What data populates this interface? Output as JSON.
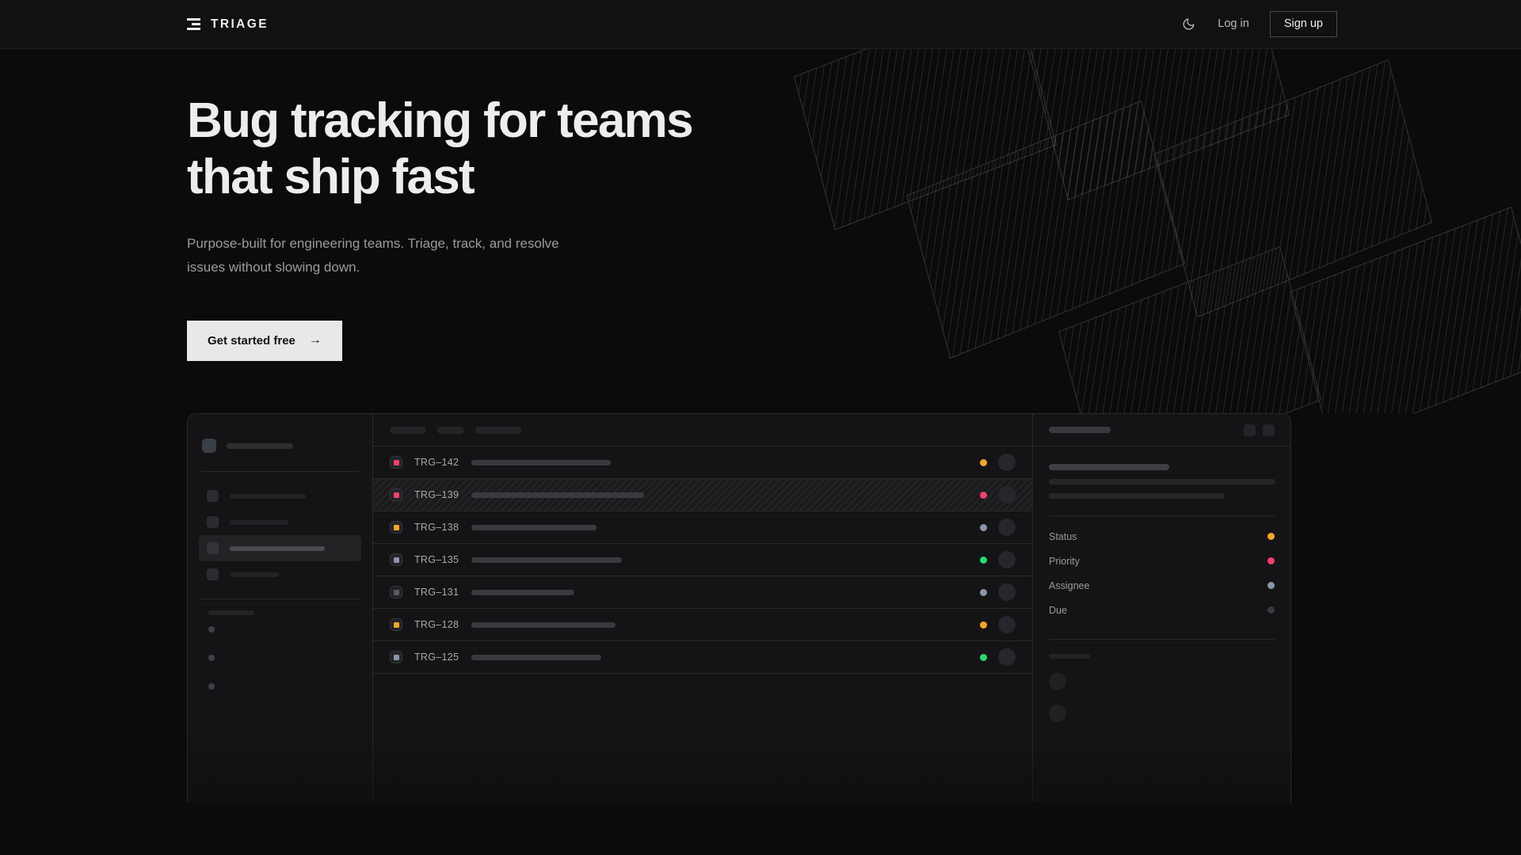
{
  "navbar": {
    "brand": "TRIAGE",
    "brand_icon": "stacked-bars-logo",
    "theme_icon": "moon-icon",
    "login_label": "Log in",
    "signup_label": "Sign up"
  },
  "hero": {
    "headline_line1": "Bug tracking for teams",
    "headline_line2": "that ship fast",
    "subhead": "Purpose-built for engineering teams. Triage, track, and resolve issues without slowing down.",
    "cta_label": "Get started free",
    "cta_arrow": "→"
  },
  "colors": {
    "page_bg": "#0b0b0c",
    "panel_bg": "#141416",
    "border": "#2a2a2d",
    "accent_light": "#e8e8e9",
    "status_orange": "#f5a623",
    "status_pink": "#f43f6e",
    "status_green": "#22dd6e",
    "status_slate": "#8b95a8",
    "status_muted": "#3a3a3e"
  },
  "app": {
    "sidebar": {
      "workspace_icon": "workspace-logo",
      "nav_items": [
        {
          "name": "nav-item-1",
          "width": 96,
          "active": false
        },
        {
          "name": "nav-item-2",
          "width": 74,
          "active": false
        },
        {
          "name": "nav-item-3",
          "width": 120,
          "active": true
        },
        {
          "name": "nav-item-4",
          "width": 62,
          "active": false
        }
      ],
      "section_label_width": 58,
      "project_count": 3
    },
    "toolbar_chips": [
      46,
      34,
      58
    ],
    "list": {
      "columns": [
        "priority",
        "id",
        "title",
        "status",
        "assignee"
      ],
      "rows": [
        {
          "id": "TRG–142",
          "priority_color": "#f43f6e",
          "title_width": 176,
          "status_color": "#f5a623",
          "selected": false
        },
        {
          "id": "TRG–139",
          "priority_color": "#f43f6e",
          "title_width": 218,
          "status_color": "#f43f6e",
          "selected": true
        },
        {
          "id": "TRG–138",
          "priority_color": "#f5a623",
          "title_width": 158,
          "status_color": "#8b95a8",
          "selected": false
        },
        {
          "id": "TRG–135",
          "priority_color": "#8b95a8",
          "title_width": 190,
          "status_color": "#22dd6e",
          "selected": false
        },
        {
          "id": "TRG–131",
          "priority_color": "#5a5a60",
          "title_width": 130,
          "status_color": "#8b95a8",
          "selected": false
        },
        {
          "id": "TRG–128",
          "priority_color": "#f5a623",
          "title_width": 182,
          "status_color": "#f5a623",
          "selected": false
        },
        {
          "id": "TRG–125",
          "priority_color": "#8b95a8",
          "title_width": 164,
          "status_color": "#22dd6e",
          "selected": false
        }
      ]
    },
    "detail": {
      "header_actions": [
        "detail-action-1",
        "detail-action-2"
      ],
      "title_width": 152,
      "body_lines": [
        286,
        222
      ],
      "meta": [
        {
          "label": "Status",
          "color": "#f5a623"
        },
        {
          "label": "Priority",
          "color": "#f43f6e"
        },
        {
          "label": "Assignee",
          "color": "#8b95a8"
        },
        {
          "label": "Due",
          "color": "#3a3a3e"
        }
      ],
      "activity_avatars": 2
    }
  }
}
